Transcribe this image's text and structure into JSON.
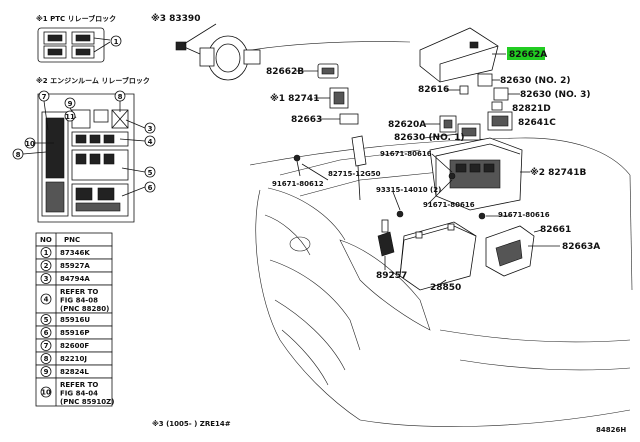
{
  "relay_block_1_label": "※1 PTC リレーブロック",
  "relay_block_2_label": "※2 エンジンルーム リレーブロック",
  "callouts": {
    "c83390": "※3 83390",
    "c82662b": "82662B",
    "c82741": "※1 82741",
    "c82663": "82663",
    "c82715": "82715-12G50",
    "c91671_612": "91671-80612",
    "c82662a": "82662A",
    "c82616": "82616",
    "c82630_2": "82630 (NO. 2)",
    "c82630_3": "82630 (NO. 3)",
    "c82821d": "82821D",
    "c82641c": "82641C",
    "c82620a": "82620A",
    "c82630_1": "82630 (NO. 1)",
    "c91671_616a": "91671-80616",
    "c82741b": "※2 82741B",
    "c93315": "93315-14010 (2)",
    "c91671_616b": "91671-80616",
    "c91671_616c": "91671-80616",
    "c89257": "89257",
    "c28850": "28850",
    "c82661": "82661",
    "c82663a": "82663A"
  },
  "block1_circle_nums": [
    "1"
  ],
  "block2_circle_nums": [
    "7",
    "9",
    "11",
    "8",
    "10",
    "3",
    "4",
    "5",
    "6"
  ],
  "table": {
    "header_no": "NO",
    "header_pnc": "PNC",
    "rows": [
      {
        "no": "1",
        "pnc": "87346K"
      },
      {
        "no": "2",
        "pnc": "85927A"
      },
      {
        "no": "3",
        "pnc": "84794A"
      },
      {
        "no": "4",
        "pnc": "REFER TO\nFIG 84-08\n(PNC 88280)"
      },
      {
        "no": "5",
        "pnc": "85916U"
      },
      {
        "no": "6",
        "pnc": "85916P"
      },
      {
        "no": "7",
        "pnc": "82600F"
      },
      {
        "no": "8",
        "pnc": "82210J"
      },
      {
        "no": "9",
        "pnc": "82824L"
      },
      {
        "no": "10",
        "pnc": "REFER TO\nFIG 84-04\n(PNC 85910Z)"
      }
    ]
  },
  "footnote": "※3 (1005-      ) ZRE14#",
  "figure_code": "84826H",
  "colors": {
    "highlight": "#22cc22",
    "ink": "#111111"
  }
}
